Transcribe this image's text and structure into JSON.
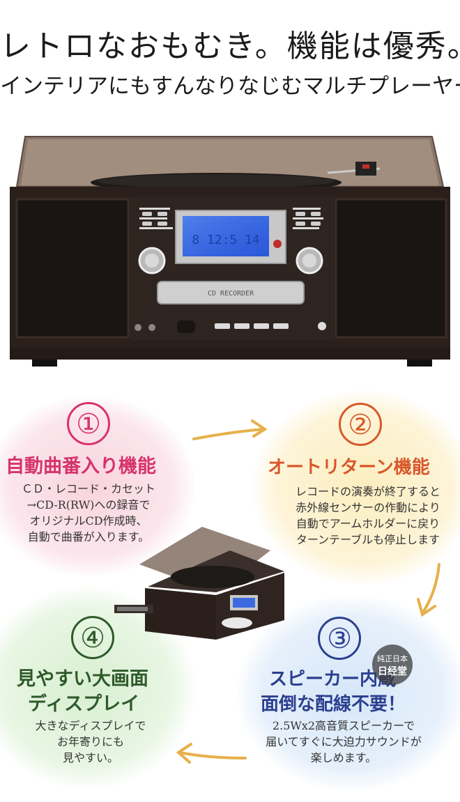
{
  "header": {
    "headline": "レトロなおもむき。機能は優秀。",
    "subline": "インテリアにもすんなりなじむマルチプレーヤー"
  },
  "product": {
    "cassette_label": "CD RECORDER",
    "lcd_text": "8 12:5 14"
  },
  "features": [
    {
      "number": "①",
      "title": "自動曲番入り機能",
      "lines": [
        "ＣＤ・レコード・カセット",
        "→CD-R(RW)への録音で",
        "オリジナルCD作成時、",
        "自動で曲番が入ります。"
      ],
      "title_color": "#d6336c"
    },
    {
      "number": "②",
      "title": "オートリターン機能",
      "lines": [
        "レコードの演奏が終了すると",
        "赤外線センサーの作動により",
        "自動でアームホルダーに戻り",
        "ターンテーブルも停止します"
      ],
      "title_color": "#d9572b"
    },
    {
      "number": "③",
      "title_lines": [
        "スピーカー内蔵",
        "面倒な配線不要！"
      ],
      "lines": [
        "2.5Wx2高音質スピーカーで",
        "届いてすぐに大迫力サウンドが",
        "楽しめます。"
      ],
      "title_color": "#2b3f8f"
    },
    {
      "number": "④",
      "title_lines": [
        "見やすい大画面",
        "ディスプレイ"
      ],
      "lines": [
        "大きなディスプレイで",
        "お年寄りにも",
        "見やすい。"
      ],
      "title_color": "#2f5a2a"
    }
  ],
  "stamp": {
    "line1": "純正日本",
    "line2": "日经堂"
  }
}
